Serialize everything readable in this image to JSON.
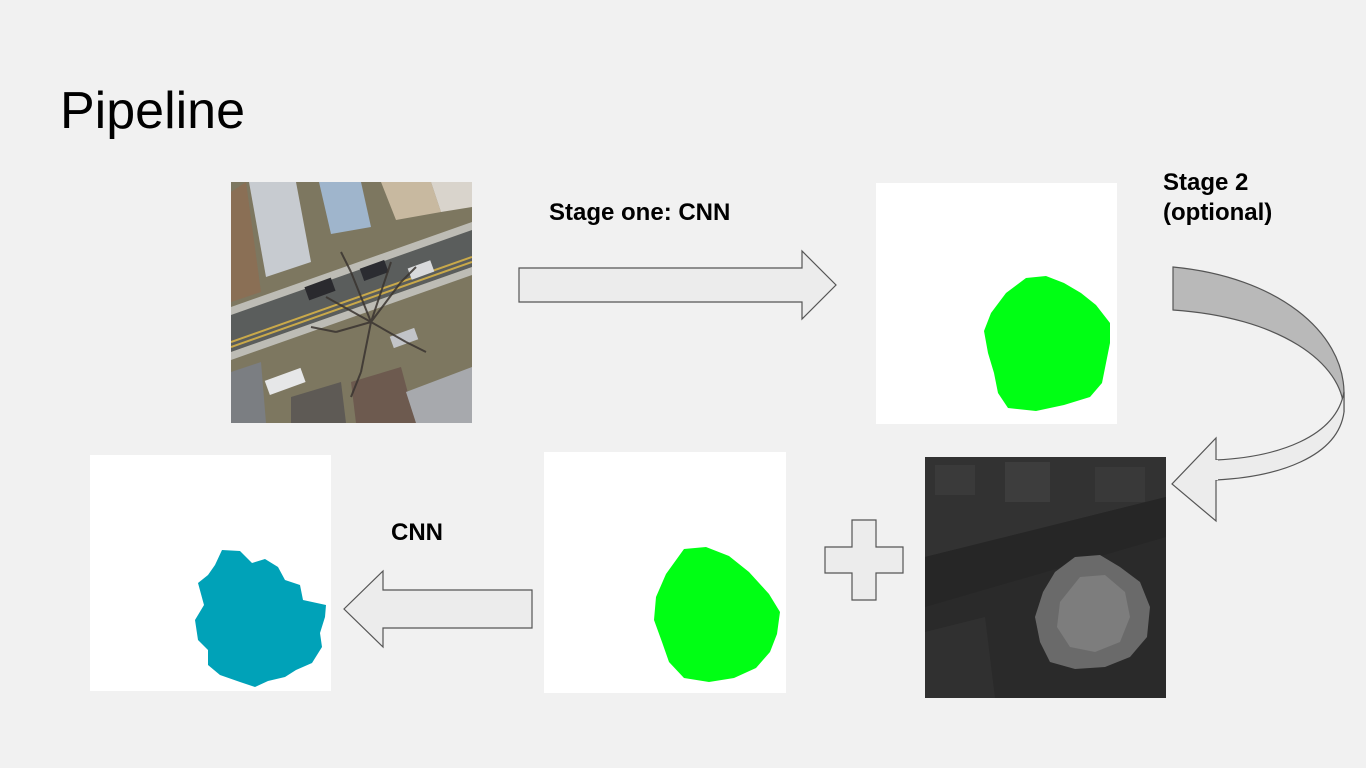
{
  "slide": {
    "title": "Pipeline"
  },
  "labels": {
    "stage_one": "Stage one: CNN",
    "stage_two_line1": "Stage 2",
    "stage_two_line2": "(optional)",
    "cnn": "CNN"
  },
  "colors": {
    "background": "#f1f1f1",
    "mask_green": "#00ff14",
    "mask_teal": "#00a2b8",
    "arrow_fill": "#ececec",
    "arrow_stroke": "#555555",
    "curved_arrow_dark": "#b9b9b9",
    "depth_bg": "#2a2a2a"
  },
  "icons": {
    "stage_one_arrow": "right-arrow",
    "curved_arrow": "curved-down-left-arrow",
    "plus": "plus-sign",
    "cnn_arrow": "left-arrow"
  },
  "images": {
    "aerial": "aerial-photo",
    "mask_stage1": "green-segmentation-mask",
    "depth": "depth-map",
    "mask_input": "green-segmentation-mask",
    "mask_output": "teal-segmentation-mask"
  }
}
